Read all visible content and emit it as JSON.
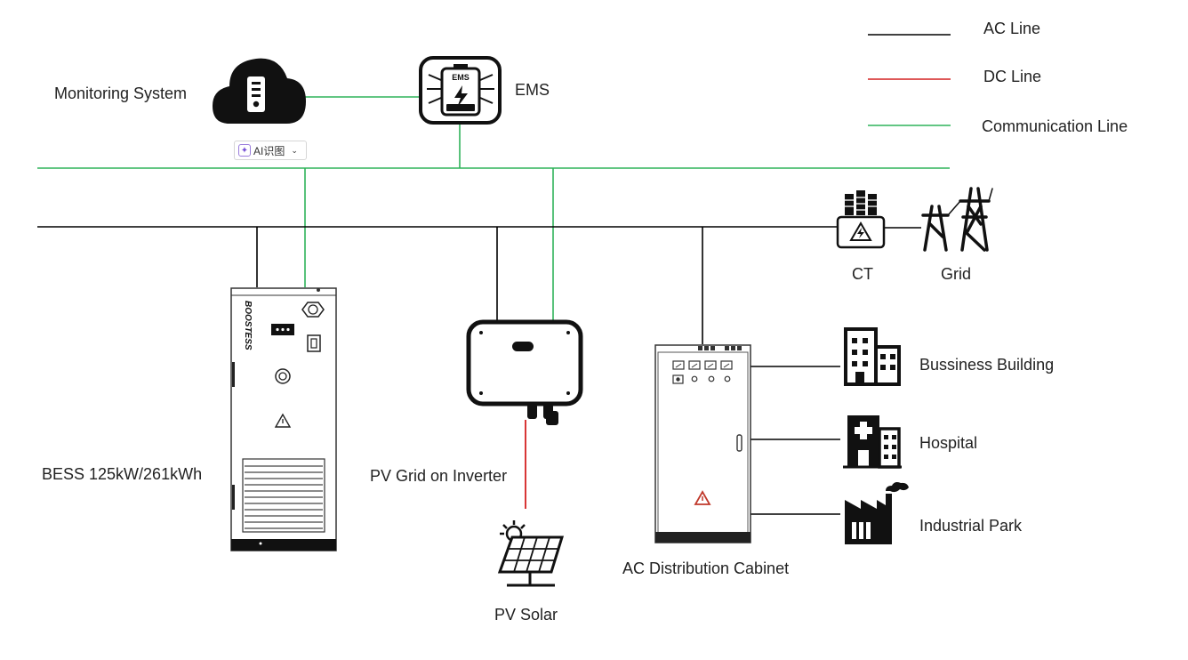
{
  "colors": {
    "ac_line": "#000000",
    "dc_line": "#d42020",
    "communication_line": "#2fb35a"
  },
  "legend": {
    "ac_line": "AC Line",
    "dc_line": "DC Line",
    "communication_line": "Communication Line"
  },
  "nodes": {
    "monitoring_system": "Monitoring System",
    "ems": "EMS",
    "ems_icon_text": "EMS",
    "ct": "CT",
    "grid": "Grid",
    "bess": "BESS 125kW/261kWh",
    "bess_brand": "BOOSTESS",
    "pv_inverter": "PV Grid on Inverter",
    "pv_solar": "PV Solar",
    "ac_cabinet": "AC Distribution Cabinet",
    "business_building": "Bussiness Building",
    "hospital": "Hospital",
    "industrial_park": "Industrial Park"
  },
  "overlay": {
    "ai_button_label": "AI识图",
    "ai_icon": "sparkle-icon",
    "dropdown_icon": "chevron-down-icon"
  }
}
